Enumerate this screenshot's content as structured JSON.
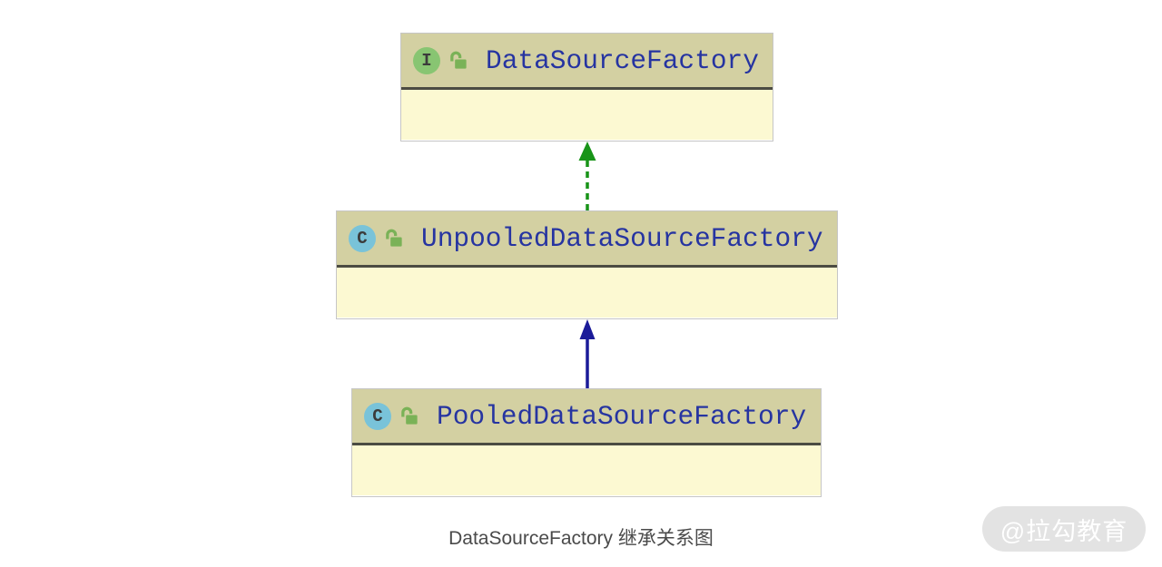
{
  "diagram": {
    "caption": "DataSourceFactory 继承关系图",
    "watermark": "@拉勾教育",
    "nodes": [
      {
        "name": "DataSourceFactory",
        "kind": "interface",
        "icon_letter": "I",
        "lock": "unlocked"
      },
      {
        "name": "UnpooledDataSourceFactory",
        "kind": "class",
        "icon_letter": "C",
        "lock": "unlocked"
      },
      {
        "name": "PooledDataSourceFactory",
        "kind": "class",
        "icon_letter": "C",
        "lock": "unlocked"
      }
    ],
    "edges": [
      {
        "from": "UnpooledDataSourceFactory",
        "to": "DataSourceFactory",
        "relation": "implements",
        "line": "dashed",
        "color": "#189418"
      },
      {
        "from": "PooledDataSourceFactory",
        "to": "UnpooledDataSourceFactory",
        "relation": "extends",
        "line": "solid",
        "color": "#1b1b99"
      }
    ],
    "colors": {
      "node_header": "#d3d0a2",
      "node_body": "#fcf9d2",
      "node_border": "#c6c6c6",
      "header_separator": "#4b4b42",
      "title_text": "#2634a1",
      "interface_badge": "#88c572",
      "class_badge": "#79c3d9",
      "badge_letter": "#3b3b3b",
      "lock_icon": "#7ab257",
      "implements_arrow": "#189418",
      "extends_arrow": "#1b1b99",
      "caption_text": "#4a4a4a",
      "watermark_bg": "#e3e3e3",
      "watermark_text": "#ffffff"
    }
  }
}
